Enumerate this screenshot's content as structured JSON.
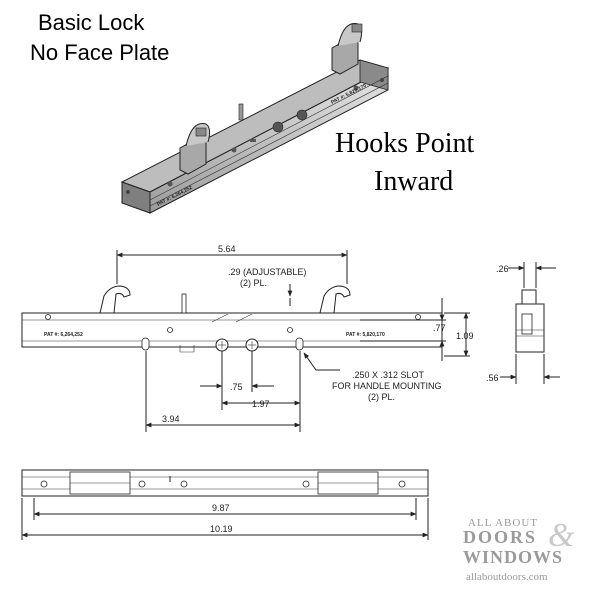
{
  "header": {
    "line1": "Basic Lock",
    "line2": "No Face Plate"
  },
  "callout": {
    "line1": "Hooks Point",
    "line2": "Inward"
  },
  "patents": {
    "iso_left": "PAT #: 6,264,252",
    "iso_right": "PAT #: 5,820,170",
    "front_left": "PAT #: 6,264,252",
    "front_right": "PAT #: 5,820,170"
  },
  "dimensions": {
    "hook_spacing": "5.64",
    "adjustable_line1": ".29 (ADJUSTABLE)",
    "adjustable_line2": "(2) PL.",
    "height_inner": ".77",
    "height_outer": "1.09",
    "spindle_spacing": ".75",
    "spindle_offset": "1.97",
    "spindle_to_edge": "3.94",
    "slot_line1": ".250 X .312 SLOT",
    "slot_line2": "FOR HANDLE MOUNTING",
    "slot_line3": "(2) PL.",
    "side_top": ".26",
    "side_bottom": ".56",
    "bottom_inner": "9.87",
    "bottom_outer": "10.19"
  },
  "brand": {
    "line1": "ALL ABOUT",
    "line2": "DOORS",
    "amp": "&",
    "line3": "WINDOWS",
    "url": "allaboutdoors.com"
  }
}
